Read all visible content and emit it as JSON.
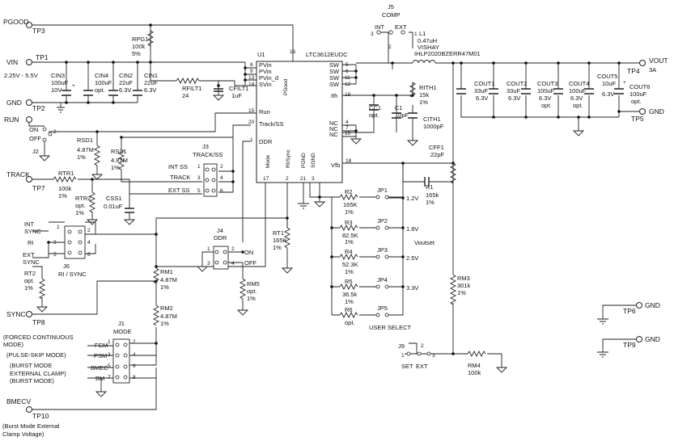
{
  "terminals": {
    "pgood": "PGOOD",
    "tp3": "TP3",
    "vin": "VIN",
    "tp1": "TP1",
    "vin_range": "2.25V - 5.5V",
    "gnd1": "GND",
    "tp2": "TP2",
    "run": "RUN",
    "on": "ON",
    "off": "OFF",
    "j2": "J2",
    "track": "TRACK",
    "tp7": "TP7",
    "int_sync": "INT",
    "int_sync2": "SYNC",
    "ri": "RI",
    "ext_sync": "EXT",
    "ext_sync2": "SYNC",
    "sync": "SYNC",
    "tp8": "TP8",
    "vout": "VOUT",
    "vout_cur": "3A",
    "tp4": "TP4",
    "gnd_out": "GND",
    "tp5": "TP5",
    "tp6": "TP6",
    "gnd6": "GND",
    "tp9": "TP9",
    "gnd9": "GND",
    "bmecv": "BMECV",
    "tp10": "TP10",
    "bmecv_note1": "(Burst Mode External",
    "bmecv_note2": "Clamp Voltage)"
  },
  "ic": {
    "ref": "U1",
    "part": "LTC3612EUDC",
    "pins": {
      "pvin": "PVin",
      "pvin2": "PVin",
      "pvin_d": "PVin_d",
      "svin": "SVin",
      "pgood": "PGood",
      "sw": "SW",
      "ith": "Ith",
      "nc": "NC",
      "run": "Run",
      "track_ss": "Track/SS",
      "ddr": "DDR",
      "mode": "Mode",
      "rt_sync": "Rt/Sync",
      "pgnd": "PGND",
      "sgnd": "SGND",
      "vfb": "Vfb"
    },
    "pin_numbers": {
      "p8": "8",
      "p9": "9",
      "p13": "13",
      "p14": "14",
      "p16": "16",
      "p5": "5",
      "p6": "6",
      "p11": "11",
      "p12": "12",
      "p19": "19",
      "p4": "4",
      "p7": "7",
      "p10": "10",
      "p15": "15",
      "p20": "20",
      "p1": "1",
      "p17": "17",
      "p2": "2",
      "p21": "21",
      "p3": "3",
      "p18": "18"
    }
  },
  "components": {
    "rpg1": {
      "ref": "RPG1",
      "value": "100k",
      "tol": "5%"
    },
    "cin3": {
      "ref": "CIN3",
      "value": "100uF",
      "rating": "10V"
    },
    "cin4": {
      "ref": "CIN4",
      "value": "100uF",
      "note": "opt."
    },
    "cin2": {
      "ref": "CIN2",
      "value": "22uF",
      "rating": "6.3V"
    },
    "cin1": {
      "ref": "CIN1",
      "value": "22uF",
      "rating": "6.3V"
    },
    "rfilt1": {
      "ref": "RFILT1",
      "value": "24"
    },
    "cfilt1": {
      "ref": "CFILT1",
      "value": "1uF"
    },
    "rsd1": {
      "ref": "RSD1",
      "value": "4.87M",
      "tol": "1%"
    },
    "rss1": {
      "ref": "RSS1",
      "value": "4.87M",
      "tol": "1%"
    },
    "rtr1": {
      "ref": "RTR1",
      "value": "100k",
      "tol": "1%"
    },
    "rtr2": {
      "ref": "RTR2",
      "value": "opt.",
      "tol": "1%"
    },
    "css1": {
      "ref": "CSS1",
      "value": "0.01uF"
    },
    "rt2": {
      "ref": "RT2",
      "value": "opt.",
      "tol": "1%"
    },
    "rt1": {
      "ref": "RT1",
      "value": "165K",
      "tol": "1%"
    },
    "rm1": {
      "ref": "RM1",
      "value": "4.87M",
      "tol": "1%"
    },
    "rm2": {
      "ref": "RM2",
      "value": "4.87M",
      "tol": "1%"
    },
    "rm5": {
      "ref": "RM5",
      "value": "opt.",
      "tol": "1%"
    },
    "rm3": {
      "ref": "RM3",
      "value": "301k",
      "tol": "1%"
    },
    "rm4": {
      "ref": "RM4",
      "value": "100k"
    },
    "l1": {
      "ref": "L1",
      "value": "0.47uH",
      "mfr": "VISHAY",
      "part": "IHLP2020BZERR47M01"
    },
    "rith1": {
      "ref": "RITH1",
      "value": "15k",
      "tol": "1%"
    },
    "cc1": {
      "ref": "CC1",
      "value": "opt."
    },
    "c1": {
      "ref": "C1",
      "value": "10pF"
    },
    "cith1": {
      "ref": "CITH1",
      "value": "1000pF"
    },
    "cff1": {
      "ref": "CFF1",
      "value": "22pF"
    },
    "r1": {
      "ref": "R1",
      "value": "165k",
      "tol": "1%"
    },
    "r2": {
      "ref": "R2",
      "value": "165K",
      "tol": "1%"
    },
    "r3": {
      "ref": "R3",
      "value": "82.5K",
      "tol": "1%"
    },
    "r4": {
      "ref": "R4",
      "value": "52.3K",
      "tol": "1%"
    },
    "r5": {
      "ref": "R5",
      "value": "36.5k",
      "tol": "1%"
    },
    "r6": {
      "ref": "R6",
      "value": "opt."
    },
    "cout1": {
      "ref": "COUT1",
      "value": "33uF",
      "rating": "6.3V"
    },
    "cout2": {
      "ref": "COUT2",
      "value": "33uF",
      "rating": "6.3V"
    },
    "cout3": {
      "ref": "COUT3",
      "value": "100uF",
      "rating": "6.3V",
      "note": "opt."
    },
    "cout4": {
      "ref": "COUT4",
      "value": "100uF",
      "rating": "6.3V",
      "note": "opt."
    },
    "cout5": {
      "ref": "COUT5",
      "value": "10uF",
      "rating": "6.3V"
    },
    "cout6": {
      "ref": "COUT6",
      "value": "100uF",
      "note": "opt."
    }
  },
  "jumpers": {
    "j5": {
      "ref": "J5",
      "name": "COMP",
      "int": "INT",
      "ext": "EXT",
      "p1": "1",
      "p2": "2",
      "p3": "3"
    },
    "j3": {
      "ref": "J3",
      "name": "TRACK/SS",
      "int_ss": "INT SS",
      "track": "TRACK",
      "ext_ss": "EXT SS",
      "p1": "1",
      "p2": "2",
      "p3": "3",
      "p4": "4",
      "p5": "5",
      "p6": "6"
    },
    "j4": {
      "ref": "J4",
      "name": "DDR",
      "on": "ON",
      "off": "OFF",
      "p1": "1",
      "p2": "2",
      "p3": "3",
      "p4": "4"
    },
    "j6": {
      "ref": "J6",
      "name": "RI / SYNC",
      "p1": "1",
      "p2": "2",
      "p3": "3",
      "p4": "4",
      "p5": "5",
      "p6": "6"
    },
    "j1": {
      "ref": "J1",
      "name": "MODE",
      "fcm": "FCM",
      "psm": "PSM",
      "bmec": "BMEC",
      "bm": "BM",
      "p1": "1",
      "p2": "2",
      "p3": "3",
      "p4": "4",
      "p5": "5",
      "p6": "6",
      "p7": "7",
      "p8": "8"
    },
    "j9": {
      "ref": "J9",
      "set": "SET",
      "ext": "EXT",
      "p1": "1",
      "p2": "2",
      "p3": "3"
    },
    "jp": [
      "JP1",
      "JP2",
      "JP3",
      "JP4",
      "JP5"
    ]
  },
  "vout_select": {
    "title": "Voutset",
    "user_select": "USER SELECT",
    "voltages": [
      "1.2V",
      "1.8V",
      "2.5V",
      "3.3V"
    ]
  },
  "mode_notes": {
    "fcm1": "(FORCED CONTINUOUS",
    "fcm2": "MODE)",
    "psm": "(PULSE-SKIP MODE)",
    "bmec1": "(BURST MODE",
    "bmec2": "EXTERNAL CLAMP)",
    "bm": "(BURST MODE)"
  }
}
